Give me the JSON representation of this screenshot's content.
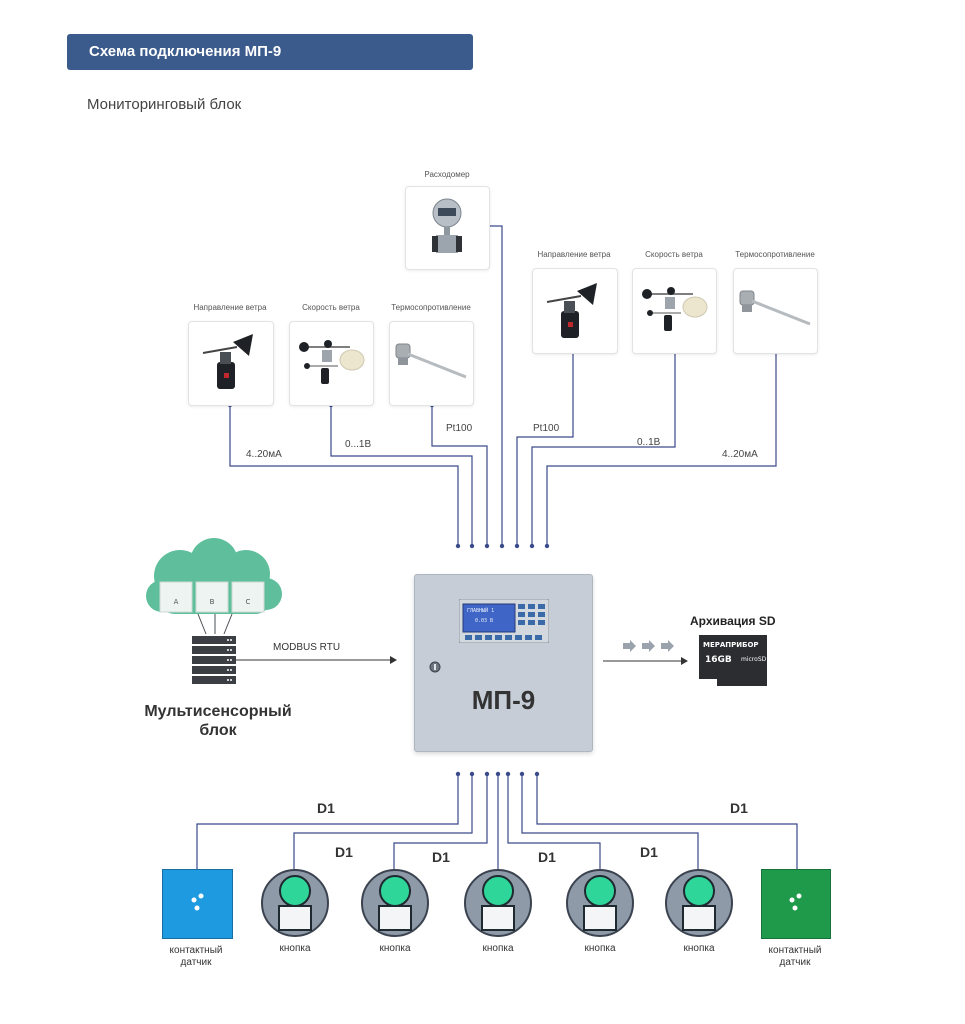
{
  "header": {
    "title": "Схема подключения МП-9"
  },
  "subtitle": "Мониторинговый блок",
  "sensors": {
    "flow_label": "Расходомер",
    "left": [
      {
        "label": "Направление ветра",
        "signal": "4..20мА"
      },
      {
        "label": "Скорость ветра",
        "signal": "0...1В"
      },
      {
        "label": "Термосопротивление",
        "signal": "Pt100"
      }
    ],
    "right": [
      {
        "label": "Направление ветра",
        "signal": "Pt100"
      },
      {
        "label": "Скорость ветра",
        "signal": "0..1В"
      },
      {
        "label": "Термосопротивление",
        "signal": "4..20мА"
      }
    ]
  },
  "cabinet": {
    "name": "МП-9",
    "display_line1": "ГЛАВНЫЙ 1",
    "display_line2": "0.03 В"
  },
  "archive": {
    "title": "Архивация SD",
    "brand": "МЕРАПРИБОР",
    "capacity": "16GB",
    "type": "microSD"
  },
  "modbus": "MODBUS RTU",
  "cloud": {
    "cells": [
      "A",
      "B",
      "C"
    ]
  },
  "multisensor": {
    "line1": "Мультисенсорный",
    "line2": "блок"
  },
  "d1_label": "D1",
  "bottom": {
    "contact_left": {
      "line1": "контактный",
      "line2": "датчик",
      "color": "#1e9be0"
    },
    "contact_right": {
      "line1": "контактный",
      "line2": "датчик",
      "color": "#1f9a4b"
    },
    "buttons": [
      "кнопка",
      "кнопка",
      "кнопка",
      "кнопка",
      "кнопка"
    ]
  },
  "colors": {
    "banner": "#3b5b8c",
    "wire": "#3a4a8a",
    "cloud": "#5fbf9c",
    "lamp": "#2fd69a"
  }
}
